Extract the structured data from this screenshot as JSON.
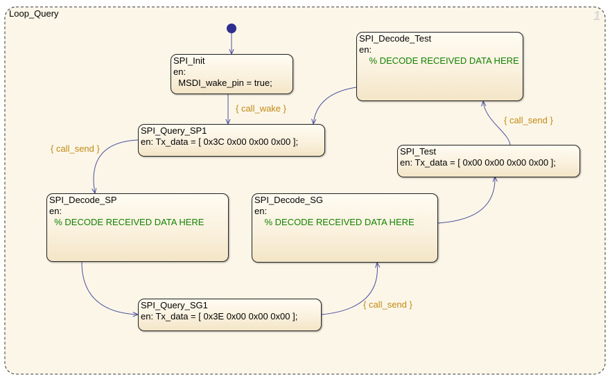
{
  "chart": {
    "name": "Loop_Query",
    "number": "1"
  },
  "states": {
    "spi_init": {
      "name": "SPI_Init",
      "entry": "en:",
      "action": "  MSDI_wake_pin = true;"
    },
    "spi_query_sp1": {
      "name": "SPI_Query_SP1",
      "entry": "en: Tx_data = [ 0x3C 0x00 0x00 0x00 ];"
    },
    "spi_decode_sp": {
      "name": "SPI_Decode_SP",
      "entry": "en:",
      "comment": "  % DECODE RECEIVED DATA HERE"
    },
    "spi_query_sg1": {
      "name": "SPI_Query_SG1",
      "entry": "en: Tx_data = [ 0x3E 0x00 0x00 0x00 ];"
    },
    "spi_decode_sg": {
      "name": "SPI_Decode_SG",
      "entry": "en:",
      "comment": "    % DECODE RECEIVED DATA HERE"
    },
    "spi_test": {
      "name": "SPI_Test",
      "entry": "en: Tx_data = [ 0x00 0x00 0x00 0x00 ];"
    },
    "spi_decode_test": {
      "name": "SPI_Decode_Test",
      "entry": "en:",
      "comment": "    % DECODE RECEIVED DATA HERE"
    }
  },
  "transitions": {
    "init_to_query_sp1": "{ call_wake }",
    "query_sp1_to_decode_sp": "{ call_send }",
    "query_sg1_to_decode_sg": "{ call_send }",
    "test_to_decode_test": "{ call_send }"
  },
  "colors": {
    "transition_line": "#4a4ea0",
    "default_dot": "#2e2e8f",
    "label": "#c08a15",
    "comment": "#128000"
  }
}
